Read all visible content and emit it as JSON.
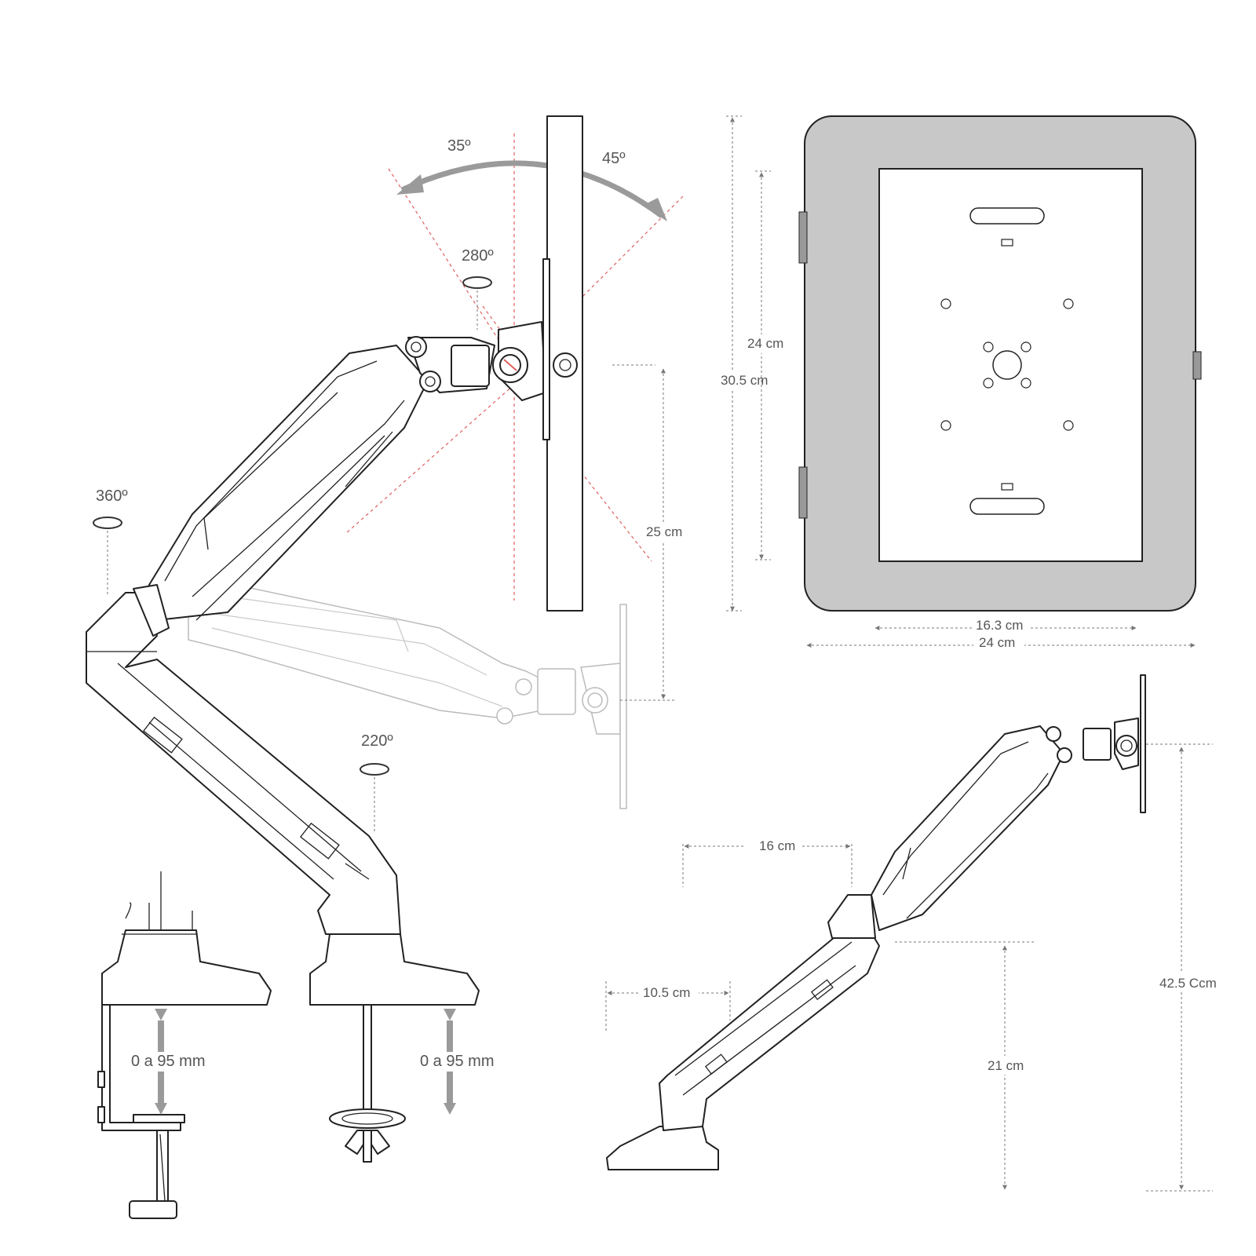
{
  "rotation_labels": {
    "tilt_back": "35º",
    "tilt_forward": "45º",
    "head_rotation": "280º",
    "base_rotation": "360º",
    "elbow_rotation": "220º"
  },
  "clamp_labels": {
    "c_clamp_range": "0 a 95 mm",
    "grommet_range": "0 a 95 mm"
  },
  "side_view_dims": {
    "vertical_travel": "25 cm"
  },
  "tablet_dims": {
    "outer_height": "30.5 cm",
    "inner_height": "24 cm",
    "inner_width": "16.3 cm",
    "outer_width": "24 cm"
  },
  "small_arm_dims": {
    "arm_reach": "16 cm",
    "base_offset": "10.5 cm",
    "lower_height": "21 cm",
    "total_height": "42.5 Ccm"
  },
  "colors": {
    "tablet_frame": "#c8c8c8",
    "guide_lines": "#e06060",
    "arrows": "#9a9a9a"
  }
}
